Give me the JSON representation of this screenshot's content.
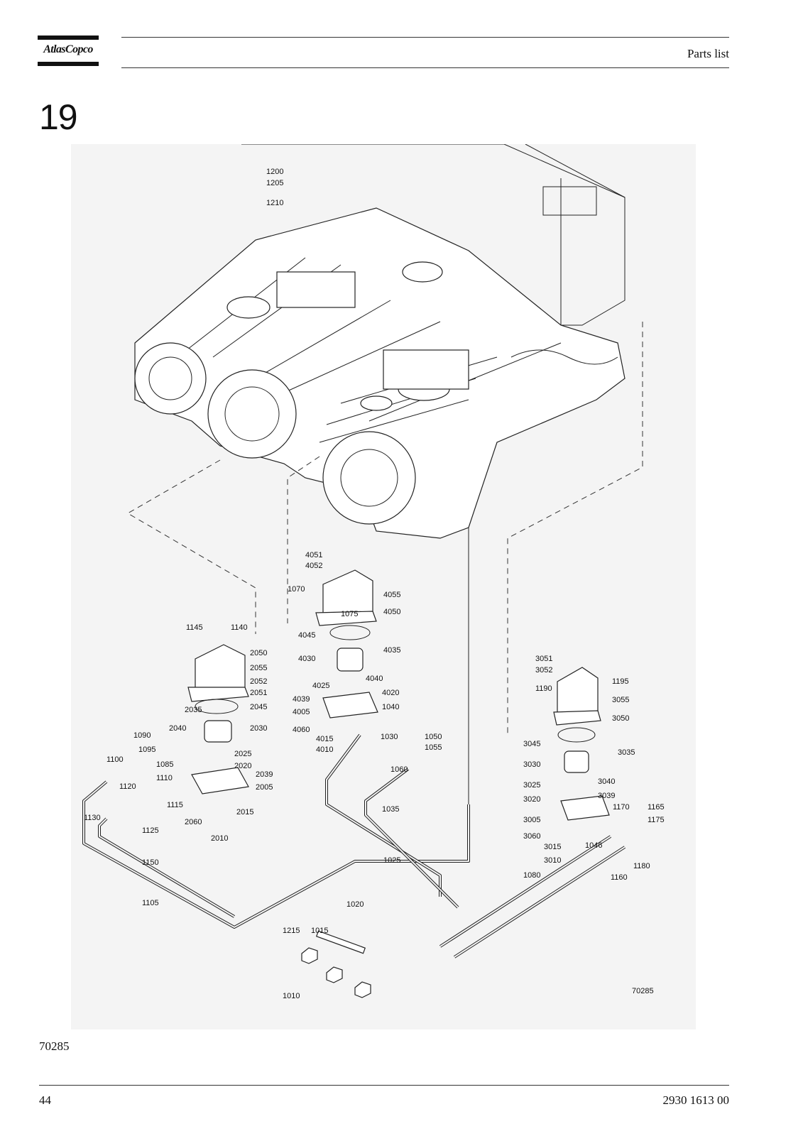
{
  "header": {
    "logo_text": "AtlasCopco",
    "section_title": "Parts list"
  },
  "chapter_number": "19",
  "drawing": {
    "stamp": "70285",
    "part_labels": [
      "1200",
      "1205",
      "1210",
      "4051",
      "4052",
      "1070",
      "4055",
      "1075",
      "4050",
      "4045",
      "4035",
      "4030",
      "4040",
      "4025",
      "4020",
      "4039",
      "1040",
      "4005",
      "4060",
      "1050",
      "4015",
      "1030",
      "4010",
      "1055",
      "1060",
      "1035",
      "1145",
      "1140",
      "2050",
      "2055",
      "2052",
      "2051",
      "2035",
      "2045",
      "2040",
      "2030",
      "1090",
      "1095",
      "2025",
      "1100",
      "1085",
      "2020",
      "1110",
      "2039",
      "2005",
      "1120",
      "1115",
      "2015",
      "1130",
      "2060",
      "1125",
      "2010",
      "1150",
      "1105",
      "1025",
      "1020",
      "1215",
      "1015",
      "1010",
      "3051",
      "3052",
      "1195",
      "1190",
      "3055",
      "3050",
      "3045",
      "3035",
      "3030",
      "3040",
      "3025",
      "3020",
      "3039",
      "3005",
      "1170",
      "1165",
      "3060",
      "1175",
      "3015",
      "1046",
      "3010",
      "1180",
      "1080",
      "1160"
    ]
  },
  "footer": {
    "figure_ref": "70285",
    "page_number": "44",
    "document_number": "2930 1613 00"
  }
}
